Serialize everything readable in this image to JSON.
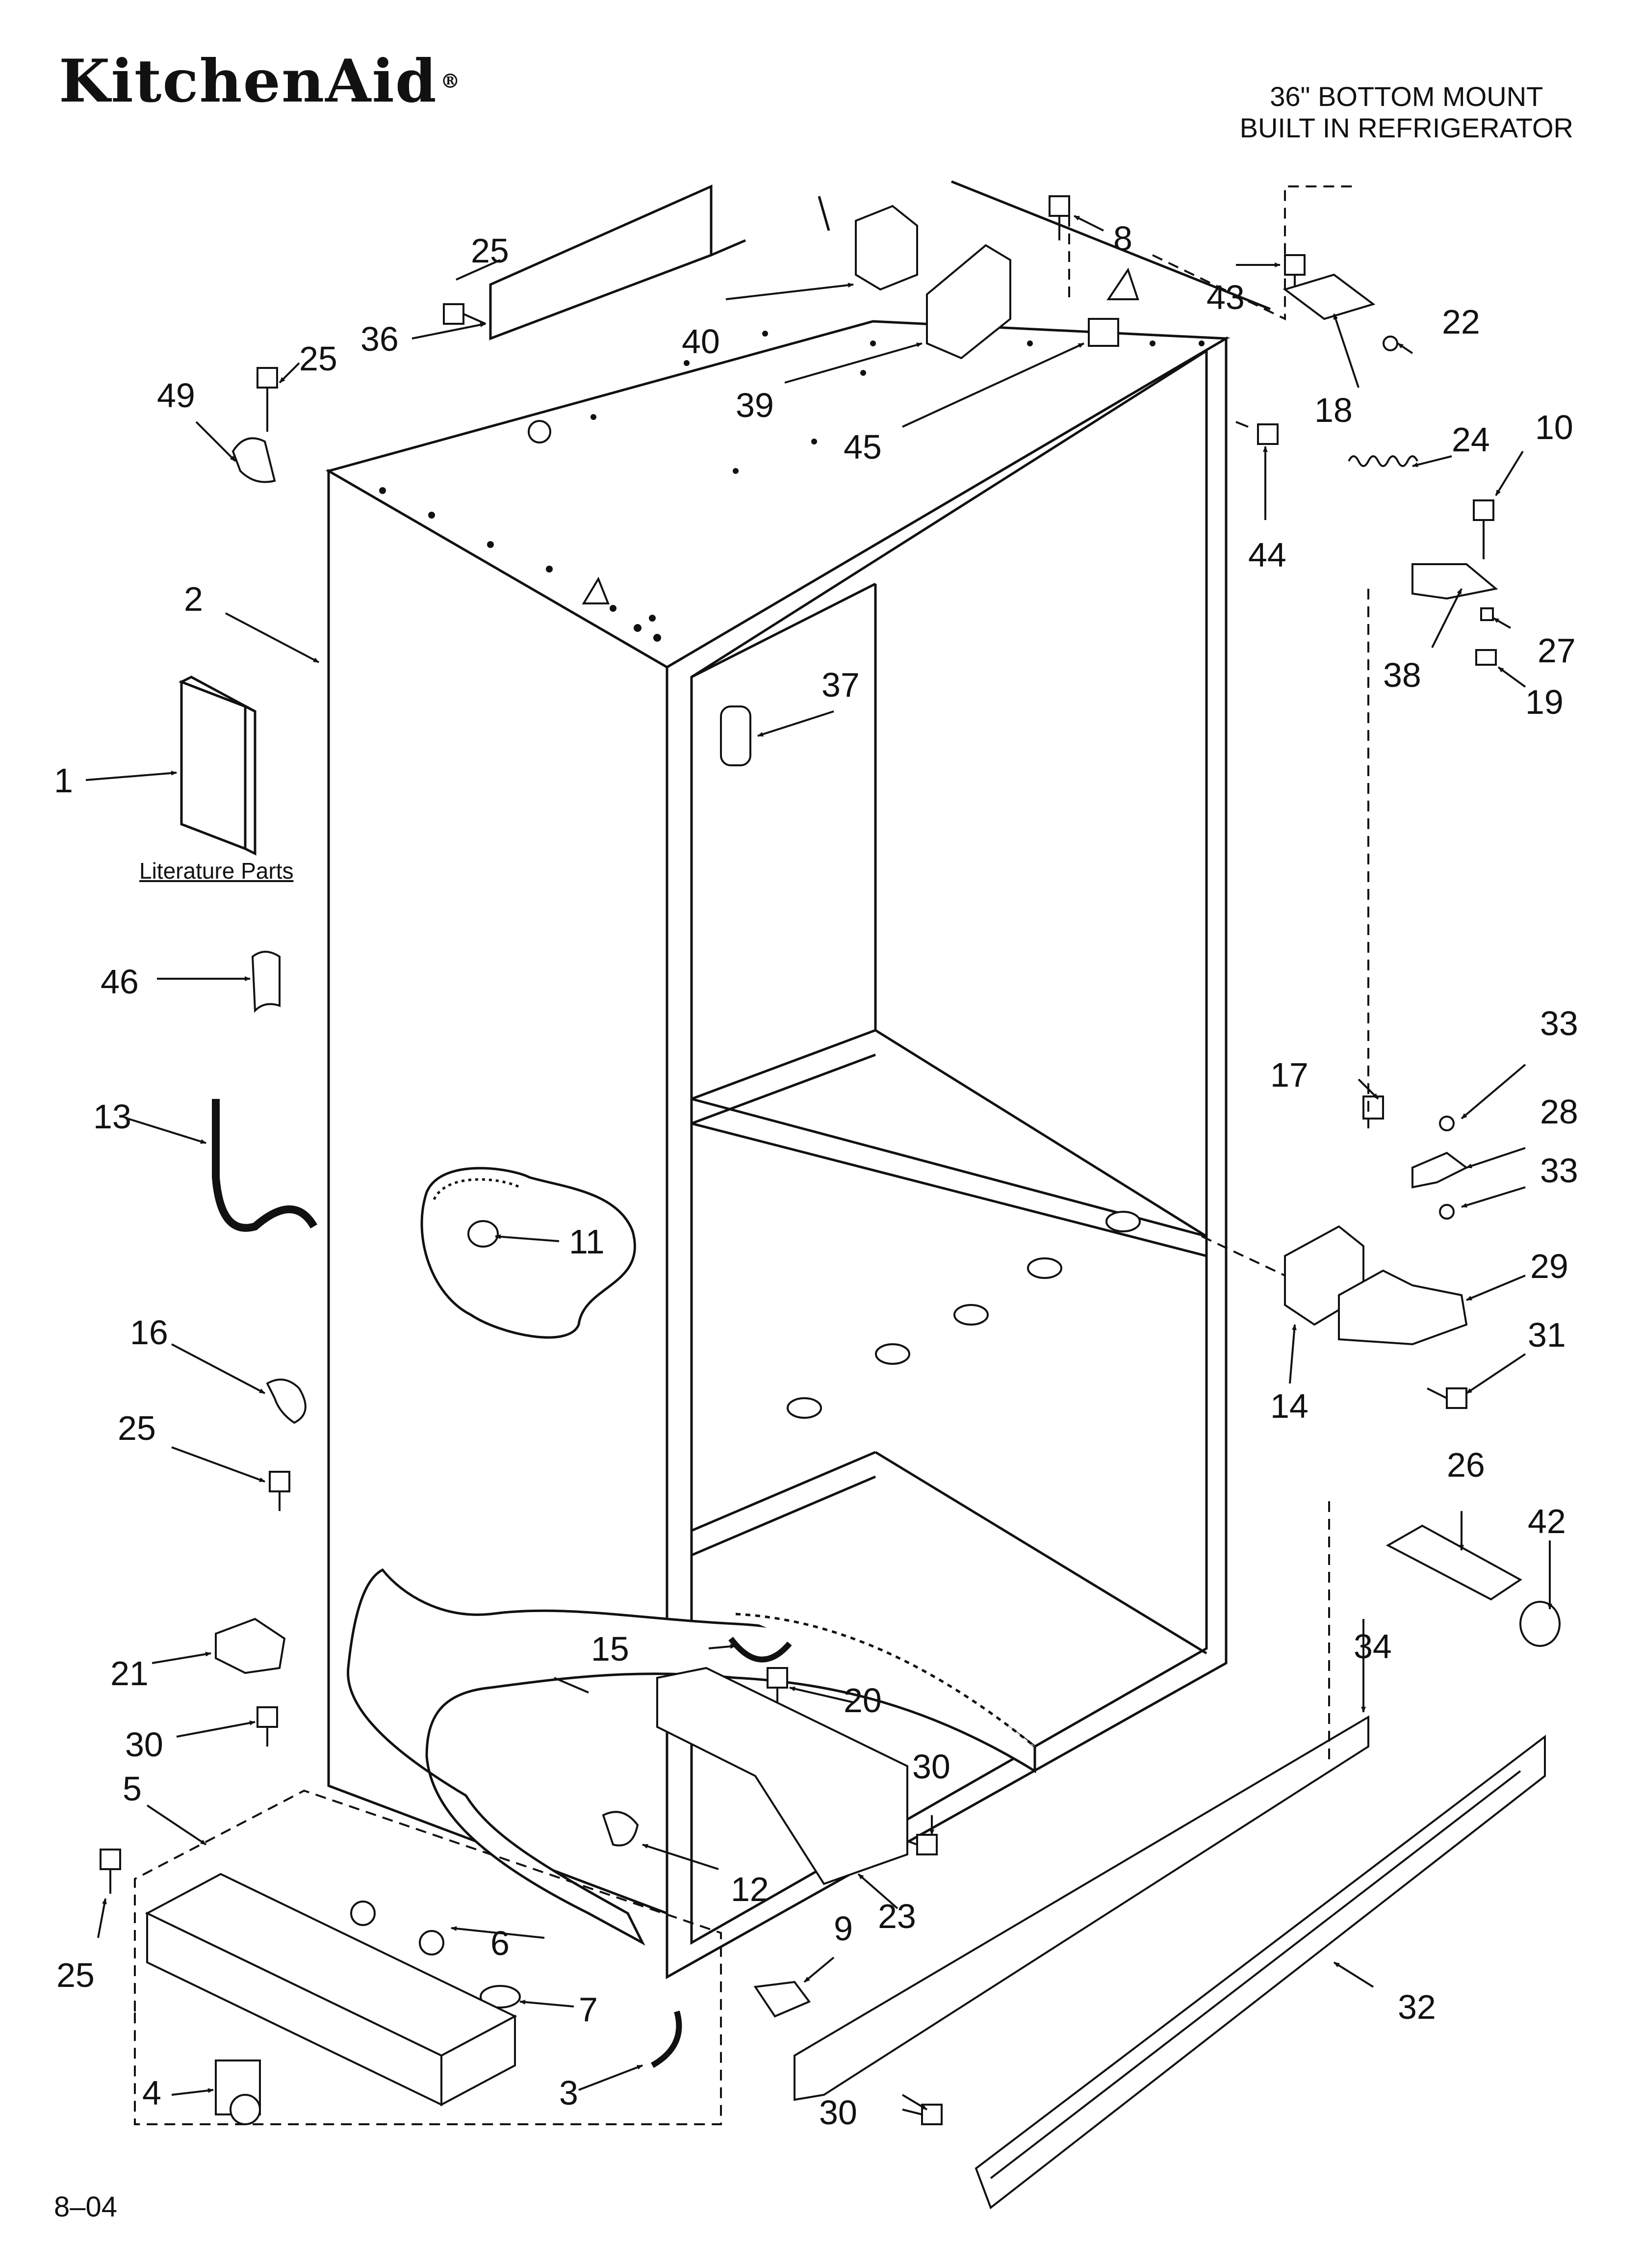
{
  "header": {
    "brand": "KitchenAid",
    "brand_mark": "®",
    "title_line1": "36\" BOTTOM MOUNT",
    "title_line2": "BUILT IN REFRIGERATOR"
  },
  "labels": {
    "literature_parts": "Literature Parts"
  },
  "callouts": {
    "c1": "1",
    "c2": "2",
    "c3": "3",
    "c4": "4",
    "c5": "5",
    "c6": "6",
    "c7": "7",
    "c8": "8",
    "c9": "9",
    "c10": "10",
    "c11": "11",
    "c12": "12",
    "c13": "13",
    "c14": "14",
    "c15": "15",
    "c16": "16",
    "c17": "17",
    "c18": "18",
    "c19": "19",
    "c20": "20",
    "c21": "21",
    "c22": "22",
    "c23": "23",
    "c24": "24",
    "c25a": "25",
    "c25b": "25",
    "c25c": "25",
    "c25d": "25",
    "c26": "26",
    "c27": "27",
    "c28": "28",
    "c29": "29",
    "c30a": "30",
    "c30b": "30",
    "c30c": "30",
    "c31": "31",
    "c32": "32",
    "c33a": "33",
    "c33b": "33",
    "c34": "34",
    "c36": "36",
    "c37": "37",
    "c38": "38",
    "c39": "39",
    "c40": "40",
    "c42": "42",
    "c43": "43",
    "c44": "44",
    "c45": "45",
    "c46": "46",
    "c49": "49"
  },
  "footer": {
    "code": "8–04"
  }
}
